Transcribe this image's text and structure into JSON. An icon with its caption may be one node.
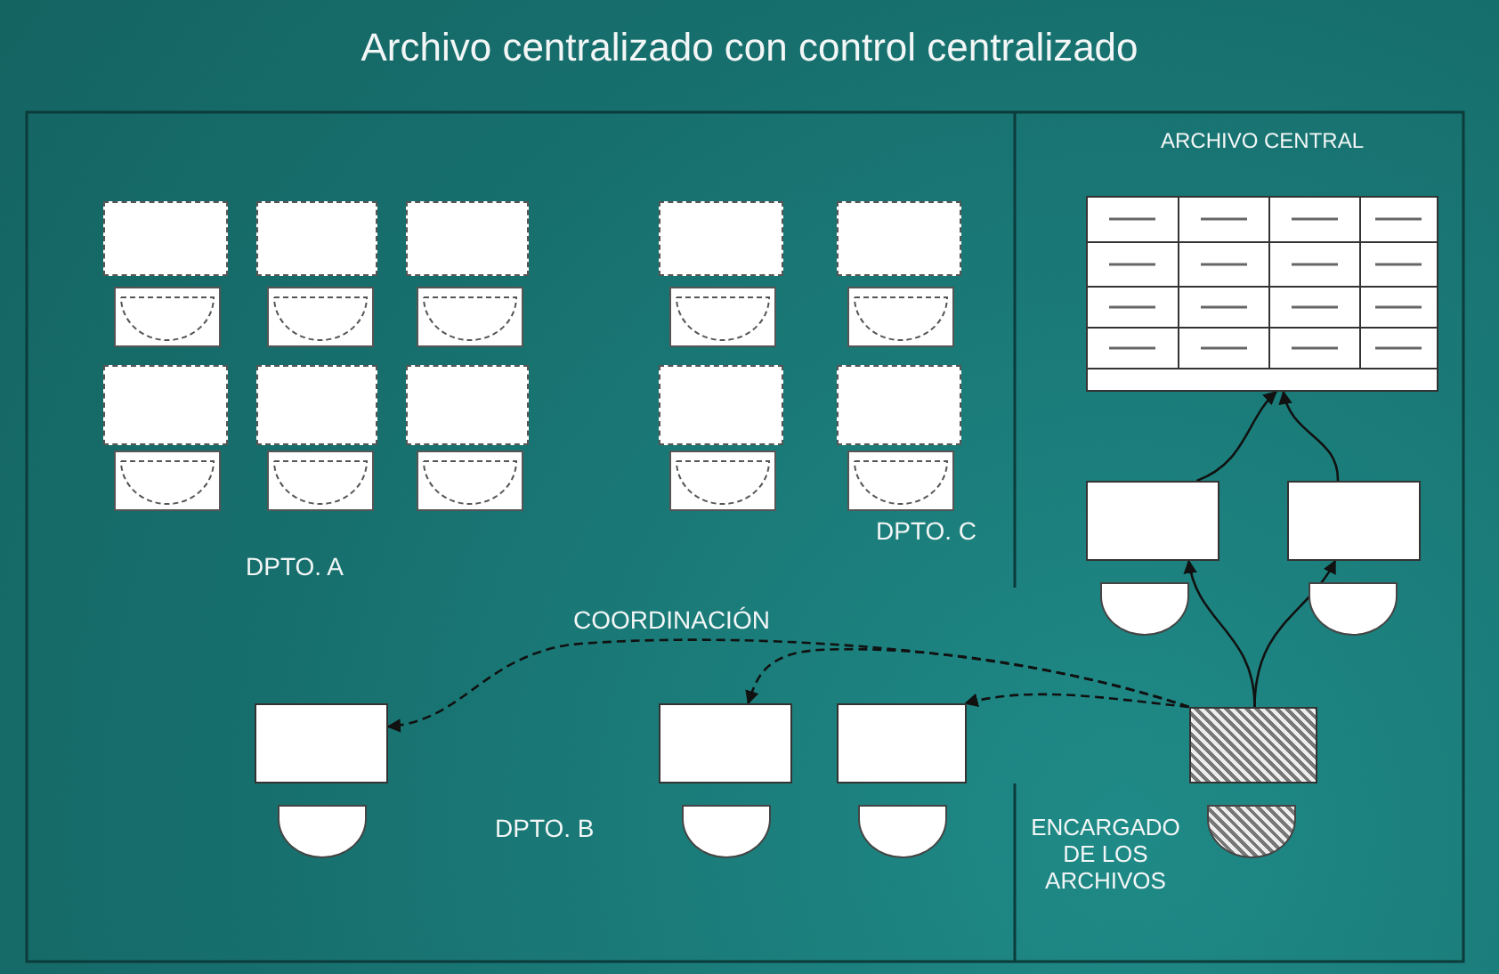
{
  "diagram": {
    "title": "Archivo centralizado con control centralizado",
    "nodes": [
      {
        "text": [],
        "shape": "box"
      },
      {
        "text": [],
        "shape": "box"
      },
      {
        "text": [],
        "shape": "box"
      },
      {
        "text": [],
        "shape": "box"
      },
      {
        "text": [],
        "shape": "box"
      },
      {
        "text": [
          "ARCHIVO CENTRAL"
        ]
      },
      {
        "text": [],
        "shape": "box"
      },
      {
        "text": [],
        "shape": "box"
      },
      {
        "text": [],
        "shape": "box"
      },
      {
        "text": [],
        "shape": "box"
      },
      {
        "text": [],
        "shape": "box"
      },
      {
        "text": [],
        "shape": "box"
      },
      {
        "text": [],
        "shape": "box"
      },
      {
        "text": [],
        "shape": "box"
      },
      {
        "text": [],
        "shape": "box"
      },
      {
        "text": [],
        "shape": "box"
      },
      {
        "text": [],
        "shape": "box",
        "beside": [
          "ENCARGADO DE LOS ARCHIVOS"
        ]
      }
    ],
    "edges": [
      {
        "from": 16,
        "to": 11,
        "arrow": "to"
      },
      {
        "from": 16,
        "to": 12,
        "arrow": "to"
      },
      {
        "from": 11,
        "to": 5,
        "arrow": "to"
      },
      {
        "from": 12,
        "to": 5,
        "arrow": "to"
      },
      {
        "from": 16,
        "to": 15,
        "arrow": "to",
        "style": "dashed"
      },
      {
        "from": 16,
        "to": 14,
        "arrow": "to",
        "style": "dashed"
      },
      {
        "from": 16,
        "to": 13,
        "arrow": "to",
        "style": "dashed"
      }
    ],
    "labels": [
      "DPTO. A",
      "DPTO. C",
      "COORDINACIÓN",
      "DPTO. B"
    ]
  }
}
